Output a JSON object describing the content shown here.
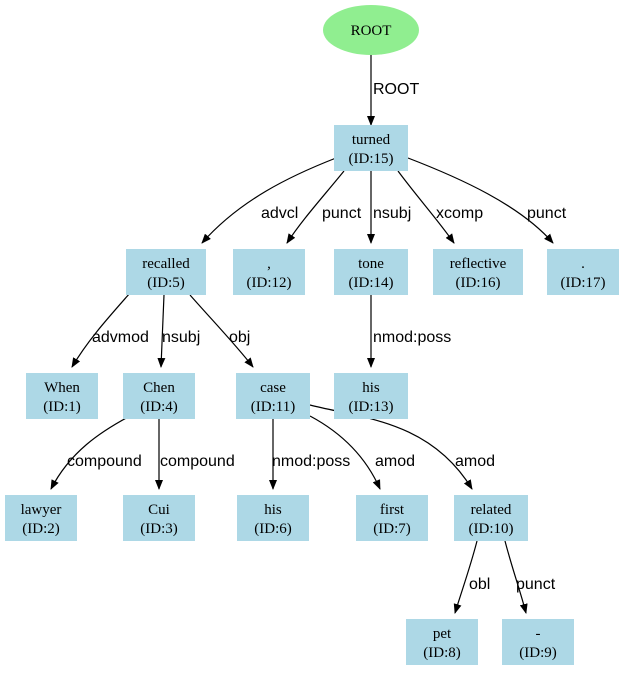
{
  "tree": {
    "root": {
      "label": "ROOT"
    },
    "nodes": [
      {
        "id": "n15",
        "word": "turned",
        "id_label": "(ID:15)"
      },
      {
        "id": "n5",
        "word": "recalled",
        "id_label": "(ID:5)"
      },
      {
        "id": "n12",
        "word": ",",
        "id_label": "(ID:12)"
      },
      {
        "id": "n14",
        "word": "tone",
        "id_label": "(ID:14)"
      },
      {
        "id": "n16",
        "word": "reflective",
        "id_label": "(ID:16)"
      },
      {
        "id": "n17",
        "word": ".",
        "id_label": "(ID:17)"
      },
      {
        "id": "n1",
        "word": "When",
        "id_label": "(ID:1)"
      },
      {
        "id": "n4",
        "word": "Chen",
        "id_label": "(ID:4)"
      },
      {
        "id": "n11",
        "word": "case",
        "id_label": "(ID:11)"
      },
      {
        "id": "n13",
        "word": "his",
        "id_label": "(ID:13)"
      },
      {
        "id": "n2",
        "word": "lawyer",
        "id_label": "(ID:2)"
      },
      {
        "id": "n3",
        "word": "Cui",
        "id_label": "(ID:3)"
      },
      {
        "id": "n6",
        "word": "his",
        "id_label": "(ID:6)"
      },
      {
        "id": "n7",
        "word": "first",
        "id_label": "(ID:7)"
      },
      {
        "id": "n10",
        "word": "related",
        "id_label": "(ID:10)"
      },
      {
        "id": "n8",
        "word": "pet",
        "id_label": "(ID:8)"
      },
      {
        "id": "n9",
        "word": "-",
        "id_label": "(ID:9)"
      }
    ],
    "edges": [
      {
        "from": "root",
        "to": "n15",
        "label": "ROOT"
      },
      {
        "from": "n15",
        "to": "n5",
        "label": "advcl"
      },
      {
        "from": "n15",
        "to": "n12",
        "label": "punct"
      },
      {
        "from": "n15",
        "to": "n14",
        "label": "nsubj"
      },
      {
        "from": "n15",
        "to": "n16",
        "label": "xcomp"
      },
      {
        "from": "n15",
        "to": "n17",
        "label": "punct"
      },
      {
        "from": "n5",
        "to": "n1",
        "label": "advmod"
      },
      {
        "from": "n5",
        "to": "n4",
        "label": "nsubj"
      },
      {
        "from": "n5",
        "to": "n11",
        "label": "obj"
      },
      {
        "from": "n14",
        "to": "n13",
        "label": "nmod:poss"
      },
      {
        "from": "n4",
        "to": "n2",
        "label": "compound"
      },
      {
        "from": "n4",
        "to": "n3",
        "label": "compound"
      },
      {
        "from": "n11",
        "to": "n6",
        "label": "nmod:poss"
      },
      {
        "from": "n11",
        "to": "n7",
        "label": "amod"
      },
      {
        "from": "n11",
        "to": "n10",
        "label": "amod"
      },
      {
        "from": "n10",
        "to": "n8",
        "label": "obl"
      },
      {
        "from": "n10",
        "to": "n9",
        "label": "punct"
      }
    ]
  }
}
